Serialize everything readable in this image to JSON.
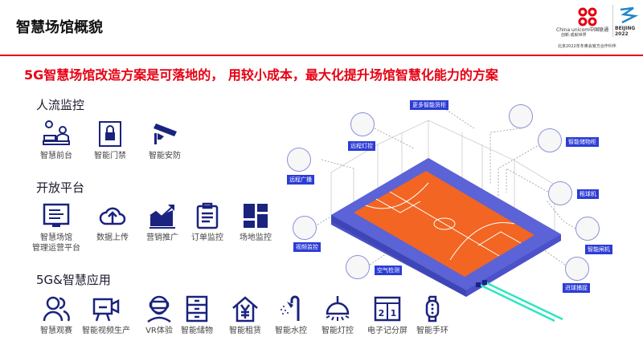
{
  "header": {
    "title": "智慧场馆概貌",
    "subtitle": "5G智慧场馆改造方案是可落地的， 用较小成本，最大化提升场馆智慧化能力的方案",
    "logo_text": "China unicom中国联通",
    "logo_slogan": "创新·成就世界",
    "olympic_text": "BEIJING 2022",
    "sponsor_text": "北京2022年冬奥会官方合作伙伴"
  },
  "colors": {
    "accent": "#e60012",
    "icon": "#1a237e",
    "court": "#f26522",
    "platform": "#5b63d6",
    "label_bg": "#2c3cd6",
    "cable": "#2ee6c0"
  },
  "sections": [
    {
      "title": "人流监控",
      "items": [
        {
          "label": "智慧前台",
          "icon": "reception-icon"
        },
        {
          "label": "智能门禁",
          "icon": "lock-door-icon"
        },
        {
          "label": "智能安防",
          "icon": "cctv-camera-icon"
        }
      ]
    },
    {
      "title": "开放平台",
      "items": [
        {
          "label": "智慧场馆",
          "label2": "管理运营平台",
          "icon": "monitor-icon"
        },
        {
          "label": "数据上传",
          "icon": "cloud-upload-icon"
        },
        {
          "label": "营销推广",
          "icon": "growth-chart-icon"
        },
        {
          "label": "订单监控",
          "icon": "clipboard-icon"
        },
        {
          "label": "场地监控",
          "icon": "layout-grid-icon"
        }
      ]
    },
    {
      "title": "5G&智慧应用",
      "items": [
        {
          "label": "智慧观赛",
          "icon": "users-icon"
        },
        {
          "label": "智能视频生产",
          "icon": "video-camera-icon"
        },
        {
          "label": "VR体验",
          "icon": "vr-headset-icon"
        },
        {
          "label": "智能储物",
          "icon": "cabinet-icon"
        },
        {
          "label": "智能租赁",
          "icon": "house-yen-icon"
        },
        {
          "label": "智能水控",
          "icon": "shower-icon"
        },
        {
          "label": "智能灯控",
          "icon": "lamp-icon"
        },
        {
          "label": "电子记分屏",
          "icon": "scoreboard-icon"
        },
        {
          "label": "智能手环",
          "icon": "wristband-icon"
        }
      ]
    }
  ],
  "callouts": [
    "更多智能货柜",
    "智能储物柜",
    "远程灯控",
    "远程广播",
    "租球机",
    "视频监控",
    "智能闸机",
    "空气检测",
    "进球捕捉"
  ],
  "scoreboard": [
    "2",
    "1"
  ]
}
